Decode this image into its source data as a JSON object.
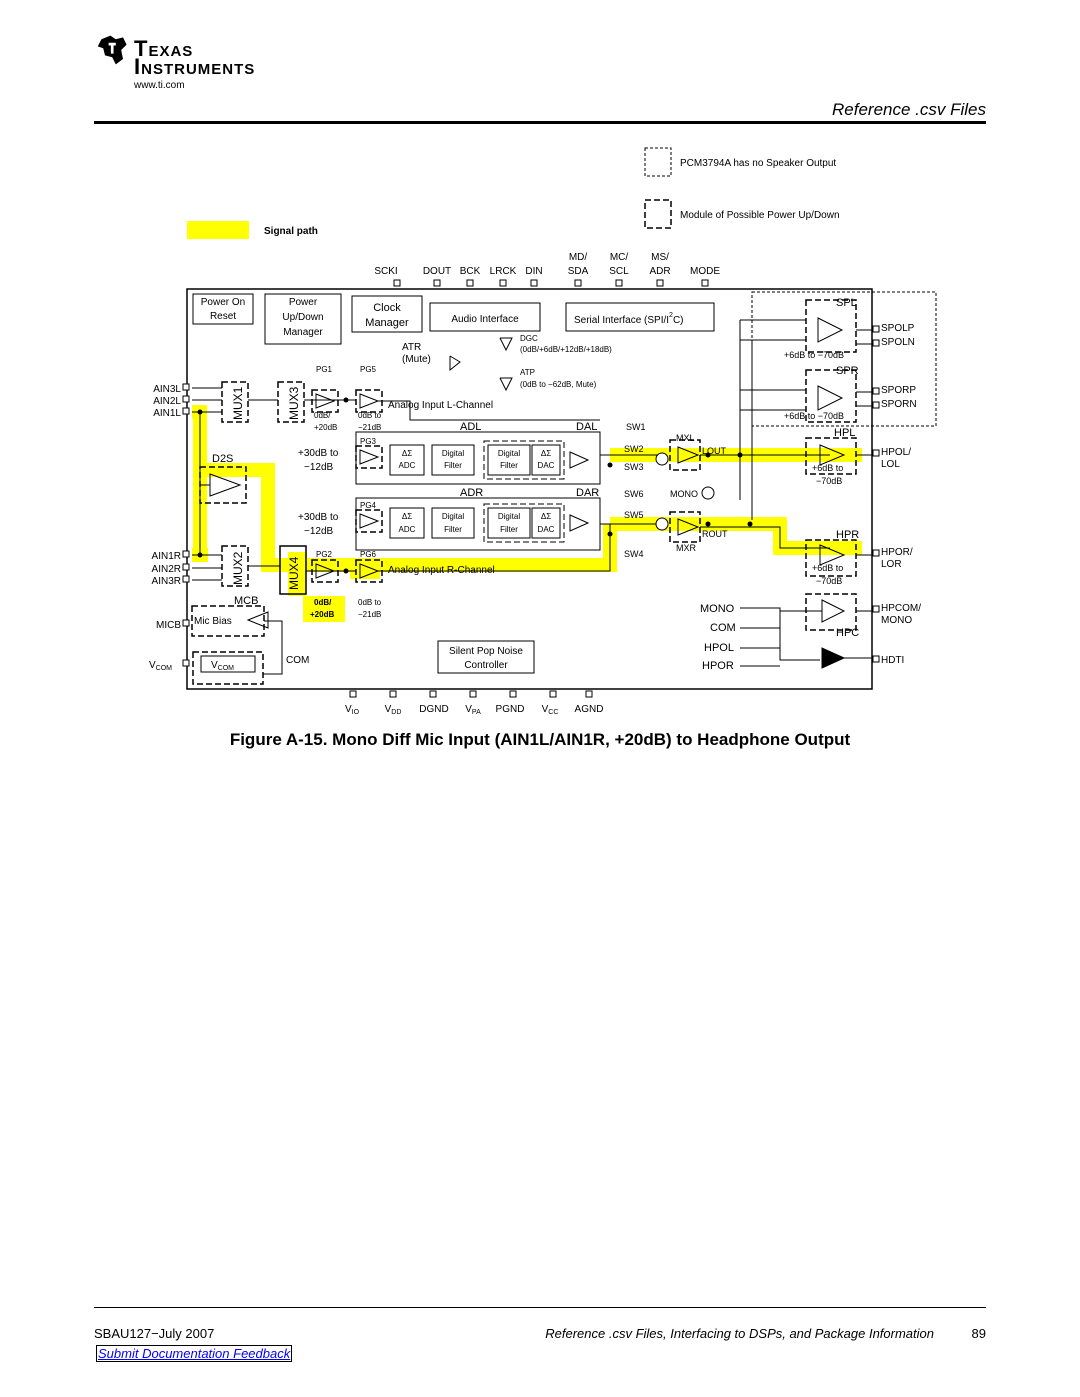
{
  "header": {
    "logo_line1": "Texas",
    "logo_line2": "Instruments",
    "logo_url": "www.ti.com",
    "section_title": "Reference .csv Files"
  },
  "legend": {
    "no_speaker": "PCM3794A has no Speaker Output",
    "power_up_module": "Module of Possible Power Up/Down",
    "signal_path": "Signal path"
  },
  "diagram": {
    "top_labels": [
      "SCKI",
      "DOUT",
      "BCK",
      "LRCK",
      "DIN",
      "MD/",
      "MC/",
      "MS/",
      "SDA",
      "SCL",
      "ADR",
      "MODE"
    ],
    "bottom_labels": [
      "V",
      "IO",
      "V",
      "DD",
      "DGND",
      "V",
      "PA",
      "PGND",
      "V",
      "CC",
      "AGND"
    ],
    "blocks": {
      "power_on_reset_1": "Power On",
      "power_on_reset_2": "Reset",
      "power_updown_1": "Power",
      "power_updown_2": "Up/Down",
      "power_updown_3": "Manager",
      "clock_1": "Clock",
      "clock_2": "Manager",
      "audio_interface": "Audio Interface",
      "serial_interface": "Serial Interface (SPI/I",
      "serial_sup": "2",
      "serial_end": "C)",
      "silent_pop_1": "Silent Pop Noise",
      "silent_pop_2": "Controller"
    },
    "left_pins": [
      "AIN3L",
      "AIN2L",
      "AIN1L",
      "AIN1R",
      "AIN2R",
      "AIN3R",
      "MICB",
      "V",
      "COM"
    ],
    "right_pins": [
      "SPOLP",
      "SPOLN",
      "SPORP",
      "SPORN",
      "HPOL/",
      "LOL",
      "HPOR/",
      "LOR",
      "HPCOM/",
      "MONO",
      "HDTI"
    ],
    "labels": {
      "mux1": "MUX1",
      "mux2": "MUX2",
      "mux3": "MUX3",
      "mux4": "MUX4",
      "d2s": "D2S",
      "mcb": "MCB",
      "mic_bias": "Mic Bias",
      "vcom": "V",
      "vcom_sub": "COM",
      "com": "COM",
      "pg1": "PG1",
      "pg2": "PG2",
      "pg3": "PG3",
      "pg4": "PG4",
      "pg5": "PG5",
      "pg6": "PG6",
      "atr": "ATR",
      "mute": "(Mute)",
      "dgc": "DGC",
      "dgc_range": "(0dB/+6dB/+12dB/+18dB)",
      "atp": "ATP",
      "atp_range": "(0dB to −62dB, Mute)",
      "analog_l": "Analog Input L-Channel",
      "analog_r": "Analog Input R-Channel",
      "adl": "ADL",
      "dal": "DAL",
      "adr": "ADR",
      "dar": "DAR",
      "gain30": "+30dB to",
      "gain12": "−12dB",
      "g0db": "0dB/",
      "g20db": "+20dB",
      "g0dbto": "0dB to",
      "g21db": "−21dB",
      "delta_sigma": "ΔΣ",
      "adc": "ADC",
      "digital": "Digital",
      "filter": "Filter",
      "dac": "DAC",
      "sw1": "SW1",
      "sw2": "SW2",
      "sw3": "SW3",
      "sw4": "SW4",
      "sw5": "SW5",
      "sw6": "SW6",
      "mxl": "MXL",
      "mxr": "MXR",
      "lout": "LOUT",
      "rout": "ROUT",
      "mono_lbl": "MONO",
      "spl": "SPL",
      "spr": "SPR",
      "hpl": "HPL",
      "hpr": "HPR",
      "hpc": "HPC",
      "spk_range": "+6dB to −70dB",
      "hp_range1": "+6dB to",
      "hp_range2": "−70dB",
      "sel_mono": "MONO",
      "sel_com": "COM",
      "sel_hpol": "HPOL",
      "sel_hpor": "HPOR"
    }
  },
  "colors": {
    "signal": "#ffff00",
    "line": "#000000"
  },
  "caption": "Figure A-15. Mono Diff Mic Input (AIN1L/AIN1R, +20dB) to Headphone Output",
  "footer": {
    "doc_id": "SBAU127−July 2007",
    "doc_title": "Reference .csv Files, Interfacing to DSPs, and Package Information",
    "page": "89",
    "feedback": "Submit Documentation Feedback"
  }
}
